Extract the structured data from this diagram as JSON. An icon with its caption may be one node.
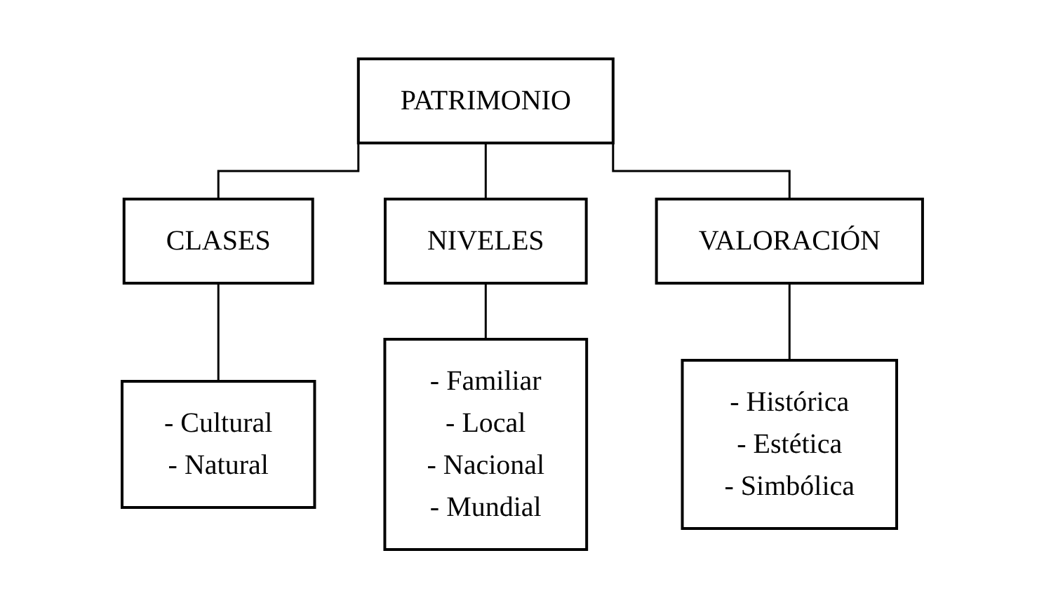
{
  "diagram": {
    "nodes": [
      {
        "text": [
          "PATRIMONIO"
        ]
      },
      {
        "text": [
          "CLASES"
        ]
      },
      {
        "text": [
          "NIVELES"
        ]
      },
      {
        "text": [
          "VALORACIÓN"
        ]
      },
      {
        "text": [
          "- Cultural",
          "- Natural"
        ]
      },
      {
        "text": [
          "- Familiar",
          "- Local",
          "- Nacional",
          "- Mundial"
        ]
      },
      {
        "text": [
          "- Histórica",
          "- Estética",
          "- Simbólica"
        ]
      }
    ],
    "edges": [
      {
        "from": 0,
        "to": 1,
        "arrow": "none"
      },
      {
        "from": 0,
        "to": 2,
        "arrow": "none"
      },
      {
        "from": 0,
        "to": 3,
        "arrow": "none"
      },
      {
        "from": 1,
        "to": 4,
        "arrow": "none"
      },
      {
        "from": 2,
        "to": 5,
        "arrow": "none"
      },
      {
        "from": 3,
        "to": 6,
        "arrow": "none"
      }
    ]
  }
}
